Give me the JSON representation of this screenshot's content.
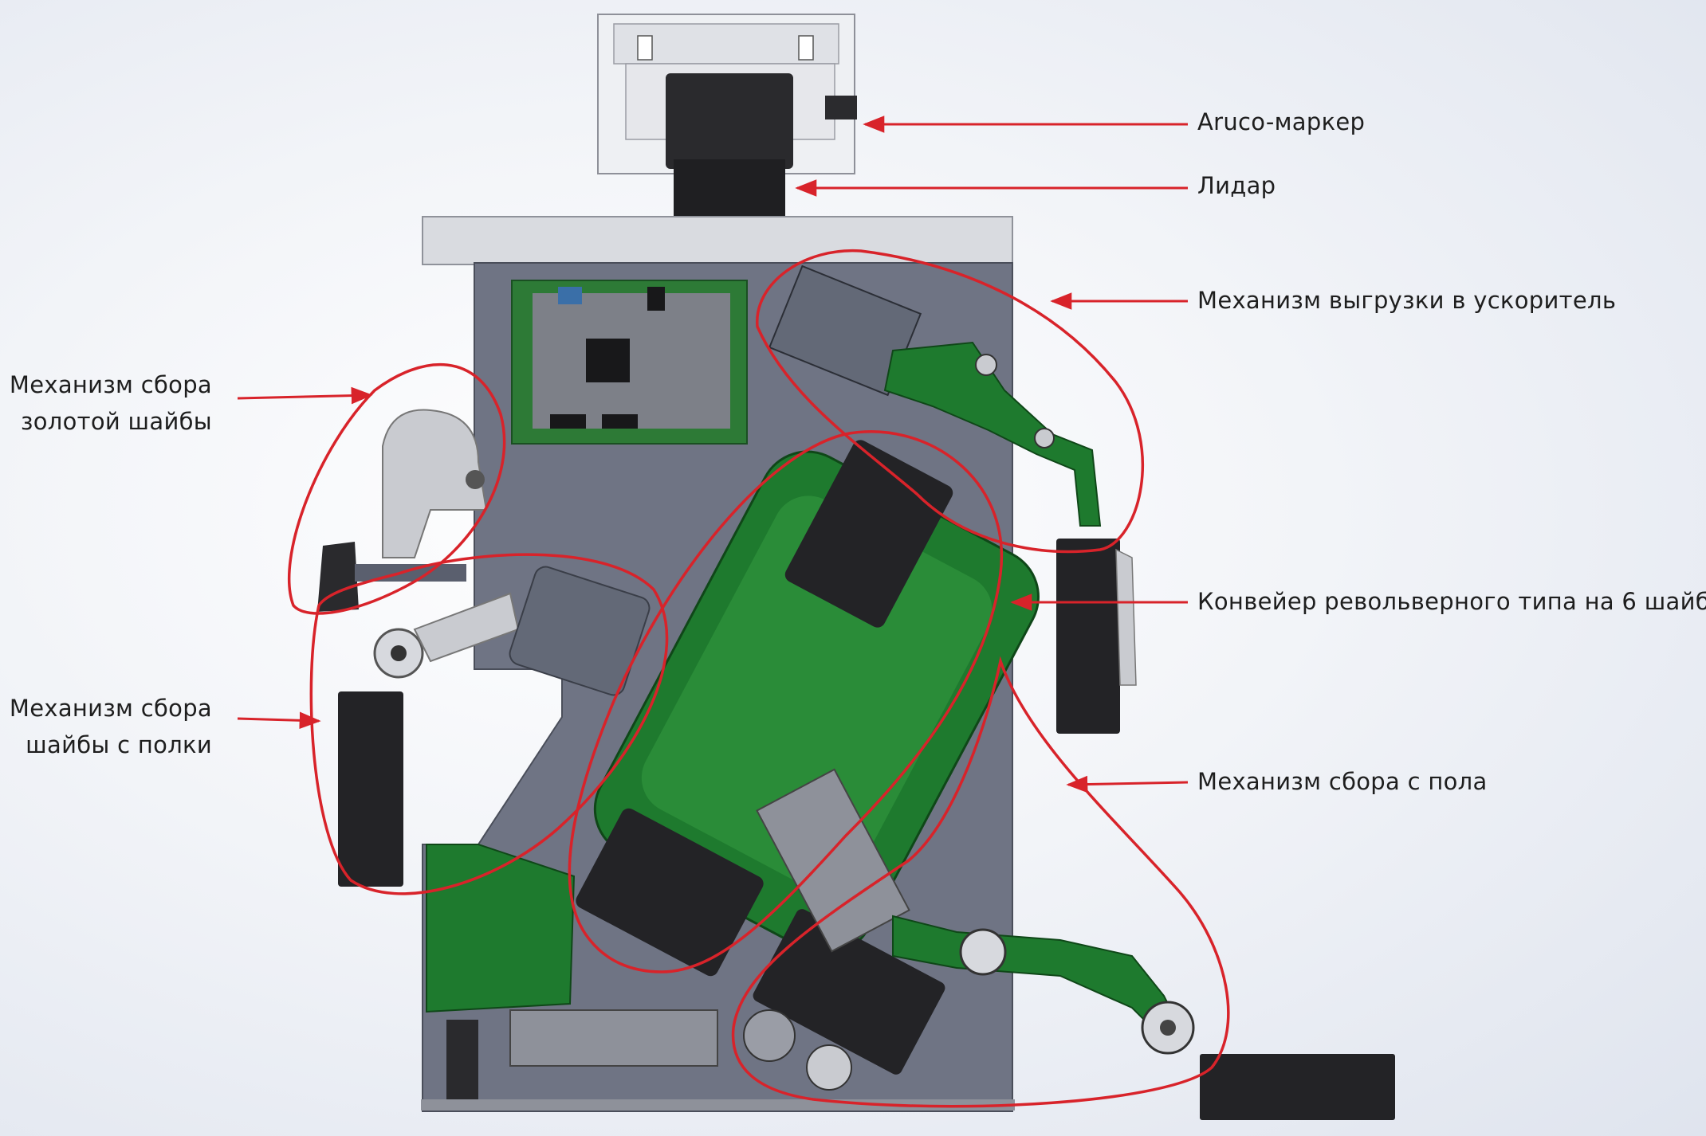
{
  "labels": {
    "aruco": "Aruco-маркер",
    "lidar": "Лидар",
    "unload": "Механизм выгрузки в ускоритель",
    "gold_line1": "Механизм сбора",
    "gold_line2": "золотой шайбы",
    "conveyor": "Конвейер револьверного типа на 6 шайб",
    "shelf_line1": "Механизм сбора",
    "shelf_line2": "шайбы с полки",
    "floor": "Механизм сбора с пола"
  },
  "colors": {
    "frame": "#6f7484",
    "frame_dark": "#5a5f6e",
    "green": "#1e7a2e",
    "green_dark": "#145c21",
    "black_part": "#232326",
    "arrow": "#d8232a",
    "outline": "#d8232a",
    "board": "#7d8088",
    "grey_light": "#c9cbd0"
  },
  "icons": [
    "arrow-icon"
  ]
}
